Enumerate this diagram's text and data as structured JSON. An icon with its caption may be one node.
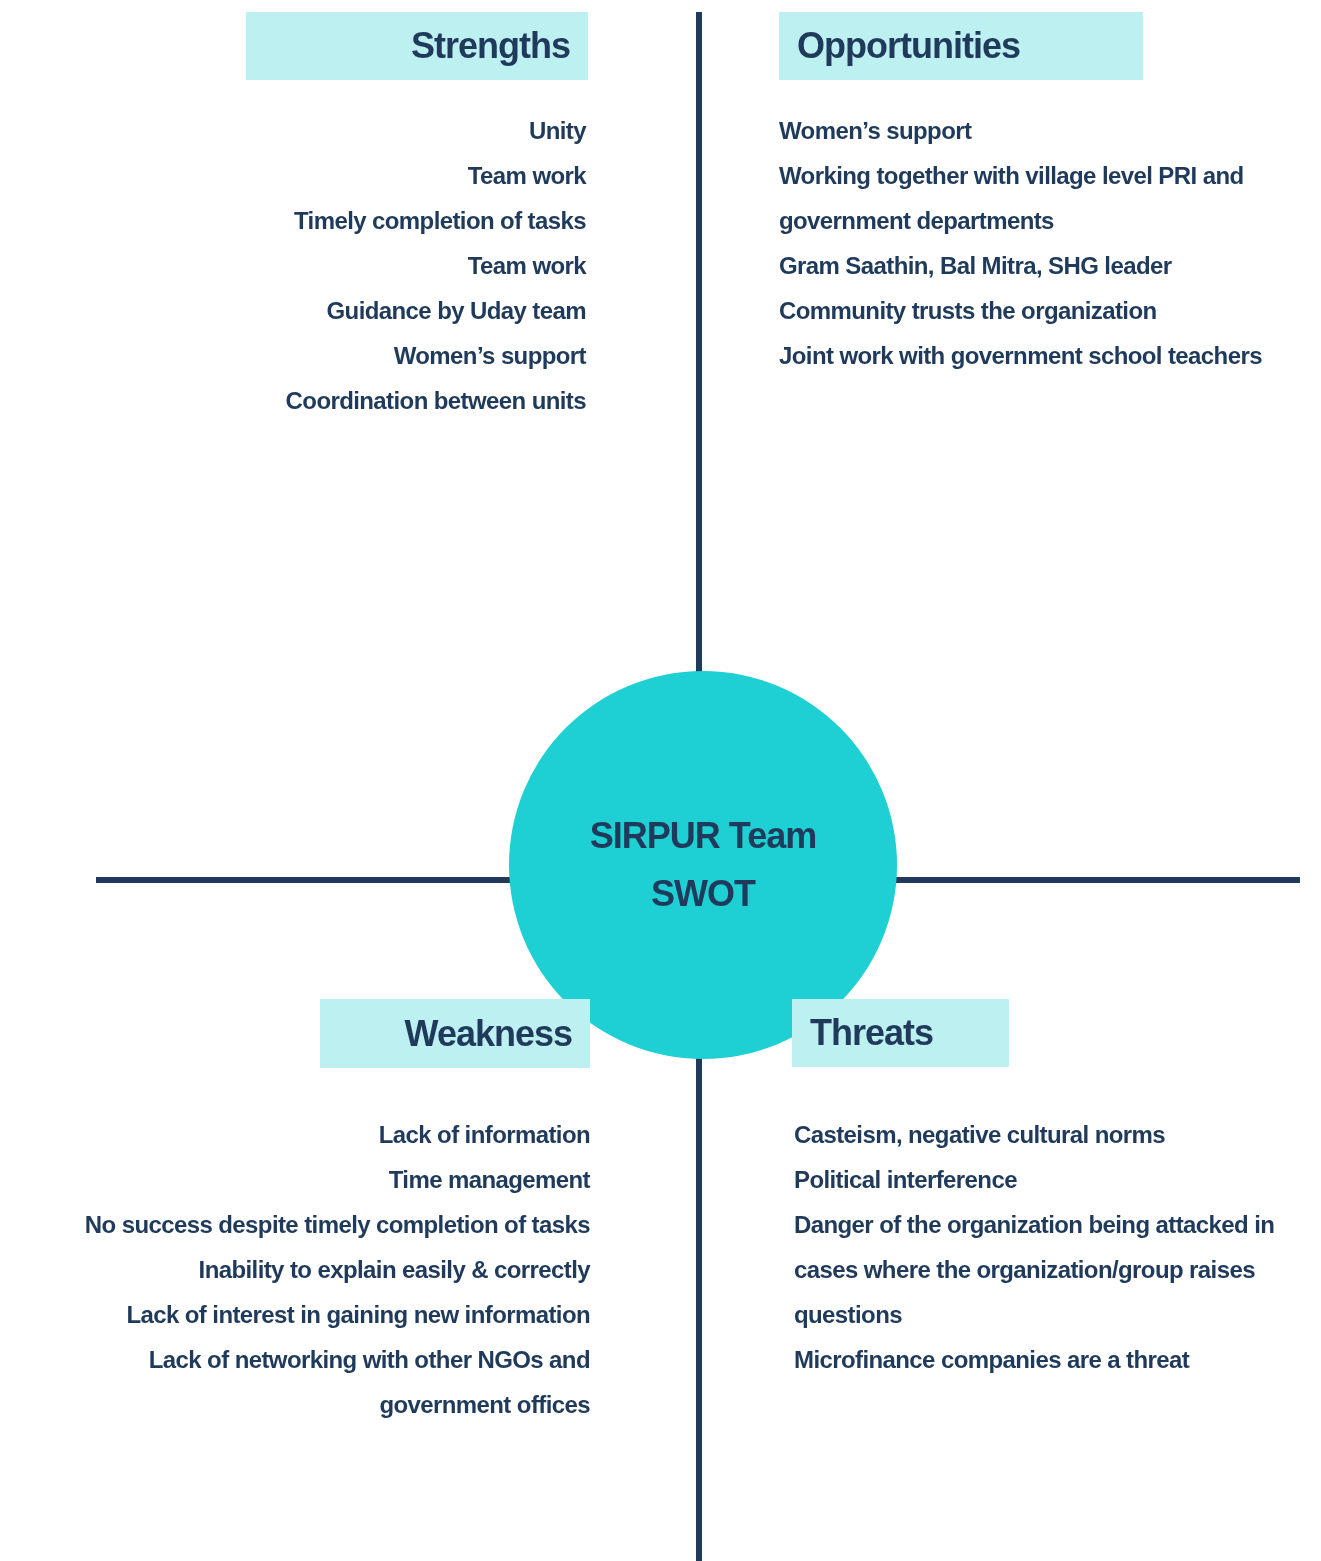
{
  "diagram": {
    "nodes": [
      {
        "text": [
          "Strengths"
        ],
        "beside": [
          "Unity",
          "Team work",
          "Timely completion of tasks",
          "Team work",
          "Guidance by Uday team",
          "Women’s support",
          "Coordination between units"
        ]
      },
      {
        "text": [
          "Opportunities"
        ],
        "beside": [
          "Women’s support",
          "Working together with village level PRI and government departments",
          "Gram Saathin, Bal Mitra, SHG leader",
          "Community trusts the organization",
          "Joint work with government school teachers"
        ]
      },
      {
        "text": [
          "SIRPUR Team SWOT"
        ]
      },
      {
        "text": [
          "Weakness"
        ],
        "beside": [
          "Lack of information",
          "Time management",
          "No success despite timely completion of tasks",
          "Inability to explain easily & correctly",
          "Lack of interest in gaining new information",
          "Lack of networking with other NGOs and government offices"
        ]
      },
      {
        "text": [
          "Threats"
        ],
        "beside": [
          "Casteism, negative cultural norms",
          "Political interference",
          "Danger of the organization being attacked in cases where the organization/group raises questions",
          "Microfinance companies are a threat"
        ]
      }
    ]
  }
}
